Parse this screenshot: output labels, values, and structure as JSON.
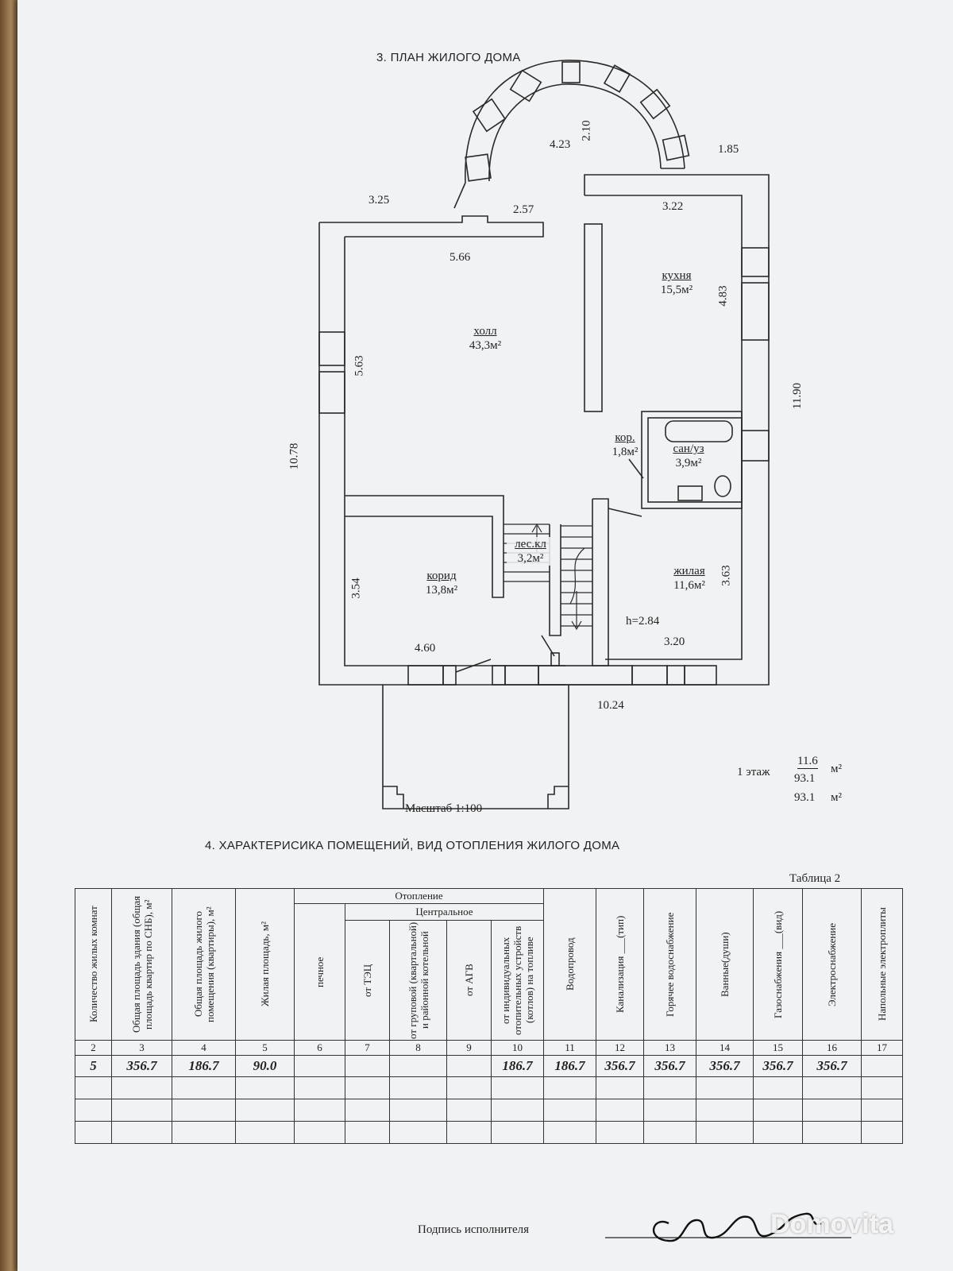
{
  "plan": {
    "title": "3. ПЛАН ЖИЛОГО ДОМА",
    "dims": {
      "arc_width": "4.23",
      "arc_depth": "2.10",
      "right_top": "1.85",
      "top_left": "3.25",
      "top_mid": "2.57",
      "kitchen_width": "3.22",
      "hall_width": "5.66",
      "kitchen_depth": "4.83",
      "hall_depth": "5.63",
      "right_total": "11.90",
      "left_total": "10.78",
      "corridor_depth": "3.54",
      "living_depth": "3.63",
      "corridor_width": "4.60",
      "living_width": "3.20",
      "bottom_total": "10.24",
      "height": "h=2.84"
    },
    "rooms": {
      "hall": {
        "name": "холл",
        "area": "43,3м²"
      },
      "kitchen": {
        "name": "кухня",
        "area": "15,5м²"
      },
      "korr": {
        "name": "кор.",
        "area": "1,8м²"
      },
      "bath": {
        "name": "сан/уз",
        "area": "3,9м²"
      },
      "stairs": {
        "name": "лес.кл",
        "area": "3,2м²"
      },
      "corridor": {
        "name": "корид",
        "area": "13,8м²"
      },
      "living": {
        "name": "жилая",
        "area": "11,6м²"
      }
    },
    "scale": "Масштаб 1:100",
    "summary": {
      "floor": "1 этаж",
      "living": "11.6",
      "total": "93.1",
      "unit": "м²",
      "total2": "93.1",
      "unit2": "м²"
    }
  },
  "table": {
    "section_title": "4. ХАРАКТЕРИСИКА ПОМЕЩЕНИЙ, ВИД ОТОПЛЕНИЯ ЖИЛОГО ДОМА",
    "table_label": "Таблица 2",
    "group_heating": "Отопление",
    "group_central": "Центральное",
    "headers": [
      "Количество жилых комнат",
      "Общая площадь здания (общая площадь квартир по СНБ), м²",
      "Общая площадь жилого помещения (квартиры), м²",
      "Жилая площадь, м²",
      "печное",
      "от ТЭЦ",
      "от груповой (квартальной) и районной котельной",
      "от АГВ",
      "от индивидуальных отопительных устройств (котлов) на топливе",
      "Водопровод",
      "Канализация ___(тип)",
      "Горячее водоснабжение",
      "Ванные(души)",
      "Газоснабжения ___(вид)",
      "Электроснабжение",
      "Напольные электроплиты"
    ],
    "col_numbers": [
      "2",
      "3",
      "4",
      "5",
      "6",
      "7",
      "8",
      "9",
      "10",
      "11",
      "12",
      "13",
      "14",
      "15",
      "16",
      "17"
    ],
    "values": [
      "5",
      "356.7",
      "186.7",
      "90.0",
      "",
      "",
      "",
      "",
      "186.7",
      "186.7",
      "356.7",
      "356.7",
      "356.7",
      "356.7",
      "356.7",
      ""
    ]
  },
  "signature": {
    "label": "Подпись исполнителя"
  },
  "watermark": "Domovita"
}
